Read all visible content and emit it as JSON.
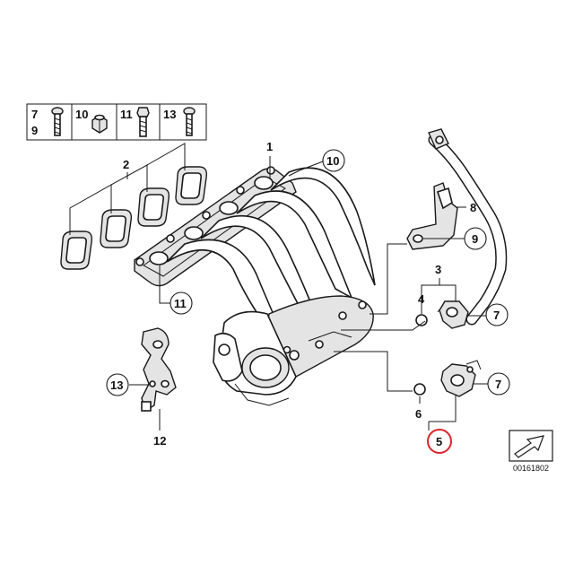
{
  "diagram": {
    "hardware_table": {
      "cells": [
        {
          "top": "7",
          "bottom": "9",
          "icon": "torx-bolt-icon"
        },
        {
          "top": "10",
          "bottom": "",
          "icon": "hex-nut-icon"
        },
        {
          "top": "11",
          "bottom": "",
          "icon": "hex-bolt-icon"
        },
        {
          "top": "13",
          "bottom": "",
          "icon": "torx-screw-icon"
        }
      ]
    },
    "labels": {
      "l1": "1",
      "l2": "2",
      "l3": "3",
      "l4": "4",
      "l5": "5",
      "l6": "6",
      "l7a": "7",
      "l7b": "7",
      "l8": "8",
      "l9": "9",
      "l10": "10",
      "l11": "11",
      "l12": "12",
      "l13": "13"
    },
    "highlight_color": "#d9262c",
    "catalog_number": "00161802"
  }
}
